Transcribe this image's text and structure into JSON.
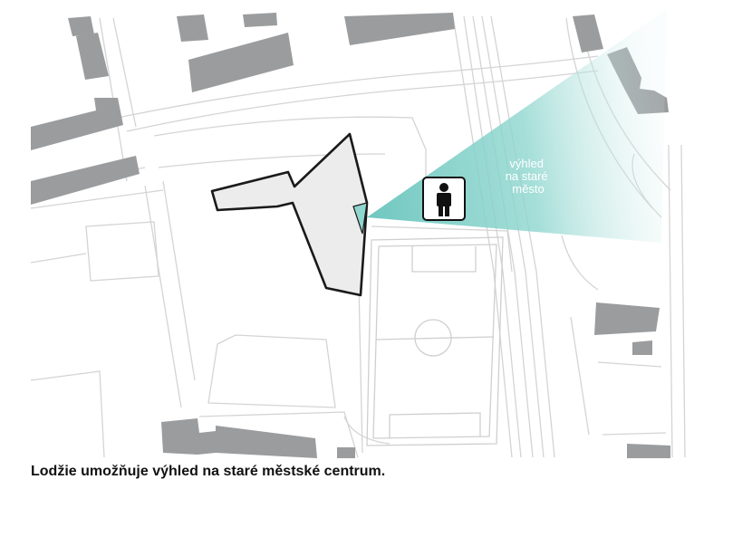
{
  "map": {
    "view_label_lines": [
      "výhled",
      "na staré",
      "město"
    ],
    "caption": "Lodžie umožňuje výhled na staré městské centrum.",
    "icons": [
      "person-icon"
    ],
    "colors": {
      "background": "#ffffff",
      "streets": "#d4d4d4",
      "buildings": "#9a9c9e",
      "project_building_fill": "#ececec",
      "project_building_outline": "#1a1a1a",
      "view_cone": "#7fcfc8",
      "caption_text": "#111111"
    }
  }
}
